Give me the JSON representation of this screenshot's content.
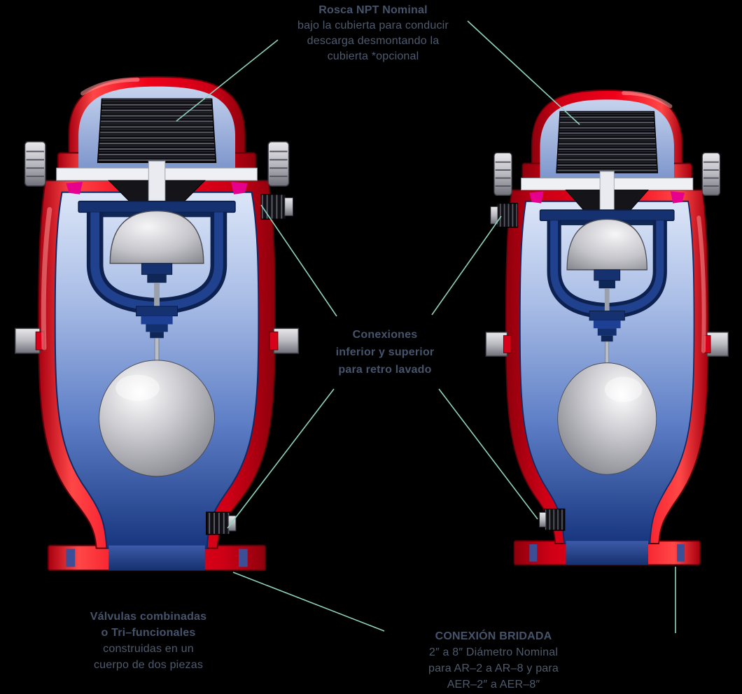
{
  "figure": {
    "type": "technical-diagram",
    "subject": "Valvulas combinadas de aire - cortes transversales",
    "background": "#000000"
  },
  "colors": {
    "body_red": "#e60019",
    "interior_blue": "#1a3a8c",
    "mechanism_navy": "#16316f",
    "float_gray": "#c9c9ce",
    "seal_pink": "#e6008e",
    "leader_line": "#8fd3be",
    "text": "#4e5b6e"
  },
  "figures": {
    "left": "combination-air-valve-cross-section",
    "right": "combination-air-valve-cross-section"
  },
  "annotations": {
    "npt": {
      "title": "Rosca NPT Nominal",
      "line1": "bajo la cubierta para conducir",
      "line2": "descarga desmontando la",
      "line3": "cubierta *opcional"
    },
    "conexiones": {
      "line1": "Conexiones",
      "line2": "inferior y superior",
      "line3": "para retro lavado"
    },
    "valvulas": {
      "line1": "Válvulas combinadas",
      "line2": "o Tri–funcionales",
      "line3": "construidas en un",
      "line4": "cuerpo de dos piezas"
    },
    "brida": {
      "title": "CONEXIÓN BRIDADA",
      "line1": "2″ a 8″ Diámetro Nominal",
      "line2": "para AR–2 a AR–8 y para",
      "line3": "AER–2″ a AER–8″"
    }
  }
}
